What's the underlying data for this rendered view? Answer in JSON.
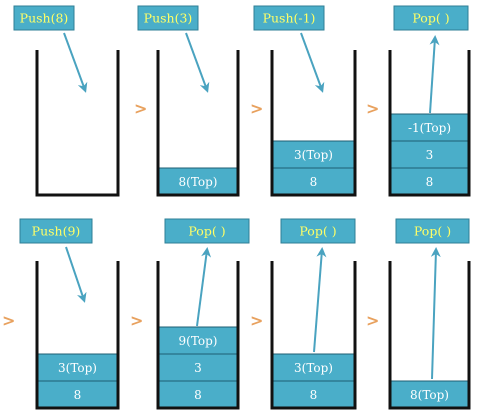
{
  "colors": {
    "label_fill": "#4aaec9",
    "label_stroke": "#2f7f96",
    "label_text": "#ffff66",
    "cell_fill": "#4aaec9",
    "cell_stroke": "#1f5f73",
    "cell_text": "#ffffff",
    "wall": "#111111",
    "arrow": "#4aa3c0",
    "chevron": "#e8a15e"
  },
  "steps": [
    {
      "op": "Push(8)",
      "direction": "push",
      "cells": []
    },
    {
      "op": "Push(3)",
      "direction": "push",
      "cells": [
        "8(Top)"
      ]
    },
    {
      "op": "Push(-1)",
      "direction": "push",
      "cells": [
        "3(Top)",
        "8"
      ]
    },
    {
      "op": "Pop( )",
      "direction": "pop",
      "cells": [
        "-1(Top)",
        "3",
        "8"
      ]
    },
    {
      "op": "Push(9)",
      "direction": "push",
      "cells": [
        "3(Top)",
        "8"
      ]
    },
    {
      "op": "Pop( )",
      "direction": "pop",
      "cells": [
        "9(Top)",
        "3",
        "8"
      ]
    },
    {
      "op": "Pop( )",
      "direction": "pop",
      "cells": [
        "3(Top)",
        "8"
      ]
    },
    {
      "op": "Pop( )",
      "direction": "pop",
      "cells": [
        "8(Top)"
      ]
    }
  ],
  "separator_glyph": ">"
}
